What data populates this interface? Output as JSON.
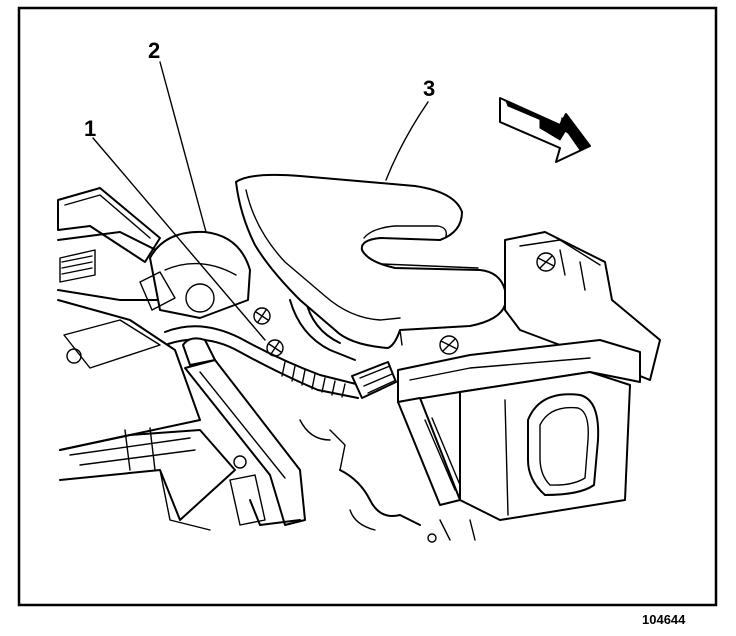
{
  "diagram": {
    "callouts": [
      {
        "id": "1",
        "label": "1"
      },
      {
        "id": "2",
        "label": "2"
      },
      {
        "id": "3",
        "label": "3"
      }
    ],
    "figure_number": "104644"
  },
  "colors": {
    "ink": "#000000",
    "paper": "#ffffff"
  },
  "icons": [
    "direction-arrow-icon"
  ]
}
